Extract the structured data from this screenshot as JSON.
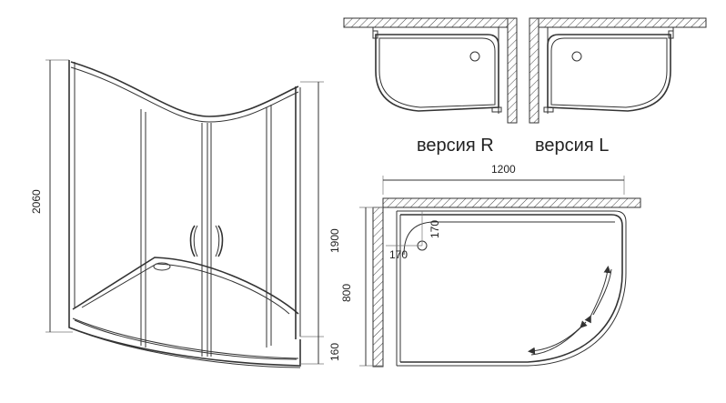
{
  "dimensions": {
    "total_height": "2060",
    "door_height": "1900",
    "tray_height": "160",
    "depth": "800",
    "width": "1200",
    "corner_x": "170",
    "corner_y": "170"
  },
  "versions": {
    "right": "версия R",
    "left": "версия L"
  }
}
